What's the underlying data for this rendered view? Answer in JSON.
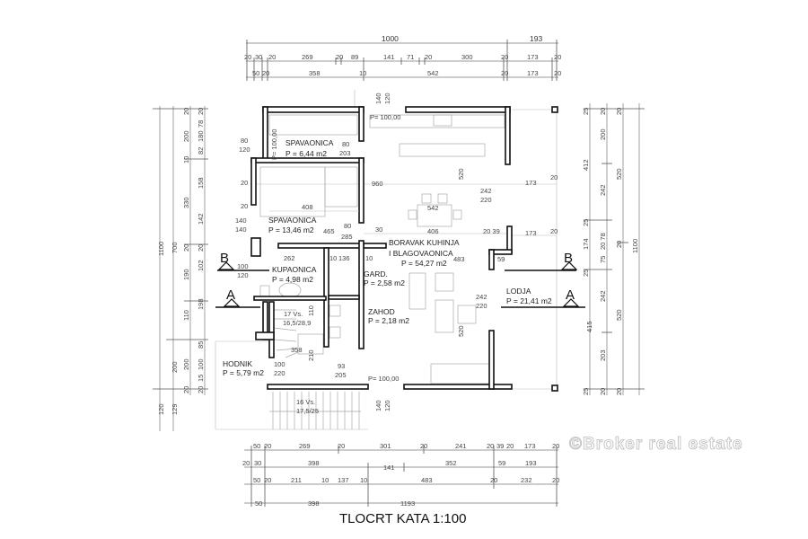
{
  "title": "TLOCRT KATA 1:100",
  "watermark": "©Broker real estate",
  "rooms": {
    "bedroom1": {
      "name": "SPAVAONICA",
      "area": "P = 6,44 m2"
    },
    "bedroom2": {
      "name": "SPAVAONICA",
      "area": "P = 13,46 m2"
    },
    "living": {
      "name1": "BORAVAK KUHINJA",
      "name2": "I BLAGOVAONICA",
      "area": "P = 54,27 m2"
    },
    "bathroom": {
      "name": "KUPAONICA",
      "area": "P = 4,98 m2"
    },
    "wardrobe": {
      "name": "GARD.",
      "area": "P = 2,58 m2"
    },
    "toilet": {
      "name": "ZAHOD",
      "area": "P = 2,18 m2"
    },
    "loggia": {
      "name": "LODJA",
      "area": "P = 21,41 m2"
    },
    "hallway": {
      "name": "HODNIK",
      "area": "P = 5,79 m2"
    }
  },
  "stairs": {
    "upper": {
      "steps": "17 Vs.",
      "size": "16,5/28,9"
    },
    "lower": {
      "steps": "16 Vs.",
      "size": "17,5/25"
    }
  },
  "sections": {
    "b": "B",
    "a": "A"
  },
  "dims_top": {
    "row1": [
      "1000",
      "193"
    ],
    "row2": [
      "20",
      "30",
      "20",
      "269",
      "20",
      "89",
      "141",
      "71",
      "20",
      "300",
      "20",
      "173",
      "20"
    ],
    "row3": [
      "50",
      "20",
      "358",
      "10",
      "542",
      "20",
      "173",
      "20"
    ]
  },
  "dims_bottom": {
    "row1": [
      "50",
      "20",
      "269",
      "20",
      "301",
      "20",
      "241",
      "20",
      "39",
      "20",
      "173",
      "20"
    ],
    "row2": [
      "20",
      "30",
      "398",
      "141",
      "352",
      "59",
      "193"
    ],
    "row3": [
      "50",
      "20",
      "211",
      "10",
      "137",
      "10",
      "483",
      "20",
      "232",
      "20"
    ],
    "row4": [
      "50",
      "398",
      "1193"
    ]
  },
  "dims_left": {
    "col1": [
      "1100",
      "120"
    ],
    "col2": [
      "700",
      "200",
      "129"
    ],
    "col3": [
      "20",
      "200",
      "10",
      "330",
      "20",
      "190",
      "110",
      "200",
      "20"
    ],
    "col4": [
      "20",
      "78",
      "180",
      "82",
      "158",
      "142",
      "20",
      "102",
      "198",
      "85",
      "100",
      "15",
      "20"
    ]
  },
  "dims_right": {
    "col1": [
      "25",
      "412",
      "25",
      "174",
      "25",
      "415",
      "25"
    ],
    "col2": [
      "20",
      "200",
      "242",
      "20 78",
      "75",
      "242",
      "203",
      "20"
    ],
    "col3": [
      "20",
      "520",
      "20",
      "520",
      "20"
    ],
    "col4": [
      "1100"
    ]
  },
  "dims_inner": {
    "d960": "960",
    "d542": "542",
    "d408": "408",
    "d520a": "520",
    "d520b": "520",
    "d406": "406",
    "d465": "465",
    "d80a": "80",
    "d203": "203",
    "d80b": "80",
    "d285": "285",
    "d30": "30",
    "d262": "262",
    "d10a": "10",
    "d136": "136",
    "d10b": "10",
    "d483": "483",
    "d59": "59",
    "d242a": "242",
    "d220a": "220",
    "d242b": "242",
    "d220b": "220",
    "d100": "100",
    "d220c": "220",
    "d93": "93",
    "d205": "205",
    "p1": "P= 100,00",
    "p2": "P= 100,00",
    "p3": "P= 100,00",
    "d140a": "140",
    "d120a": "120",
    "d140b": "140",
    "d120b": "120",
    "l80": "80",
    "l120": "120",
    "l140a": "140",
    "l140b": "140",
    "l100": "100",
    "l120b": "120",
    "d20a": "20",
    "d20b": "20",
    "d20c": "20",
    "d2039": "20 39",
    "d20d": "20",
    "d173a": "173",
    "d173b": "173",
    "d358": "358",
    "d210": "210",
    "d110": "110"
  }
}
